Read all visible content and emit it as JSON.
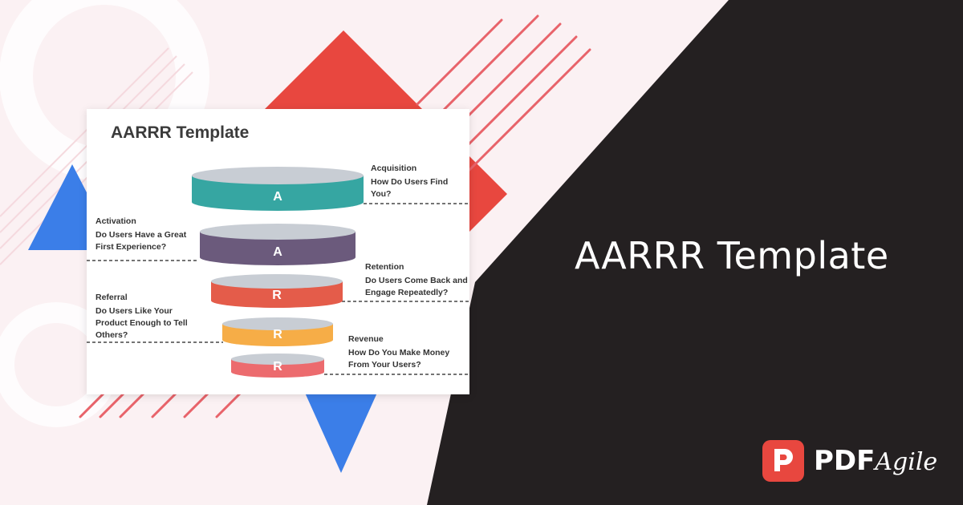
{
  "card": {
    "title": "AARRR Template"
  },
  "headline": "AARRR Template",
  "brand": {
    "name_bold": "PDF",
    "name_script": "Agile",
    "icon": "pdf-agile-logo-icon"
  },
  "colors": {
    "dark_panel": "#242021",
    "accent_red": "#e8473f",
    "accent_blue": "#3b7ee8",
    "disc_top": "#c8cdd4"
  },
  "stages": [
    {
      "letter": "A",
      "label": "Acquisition",
      "question": [
        "How Do Users Find",
        "You?"
      ],
      "color": "#36a6a2",
      "side": "right"
    },
    {
      "letter": "A",
      "label": "Activation",
      "question": [
        "Do Users Have a Great",
        "First Experience?"
      ],
      "color": "#6b5a7c",
      "side": "left"
    },
    {
      "letter": "R",
      "label": "Retention",
      "question": [
        "Do Users Come Back and",
        "Engage Repeatedly?"
      ],
      "color": "#e45c4a",
      "side": "right"
    },
    {
      "letter": "R",
      "label": "Referral",
      "question": [
        "Do Users Like Your",
        "Product Enough to Tell",
        "Others?"
      ],
      "color": "#f6ad47",
      "side": "left"
    },
    {
      "letter": "R",
      "label": "Revenue",
      "question": [
        "How Do You Make Money",
        "From Your Users?"
      ],
      "color": "#ec6b6e",
      "side": "right"
    }
  ]
}
